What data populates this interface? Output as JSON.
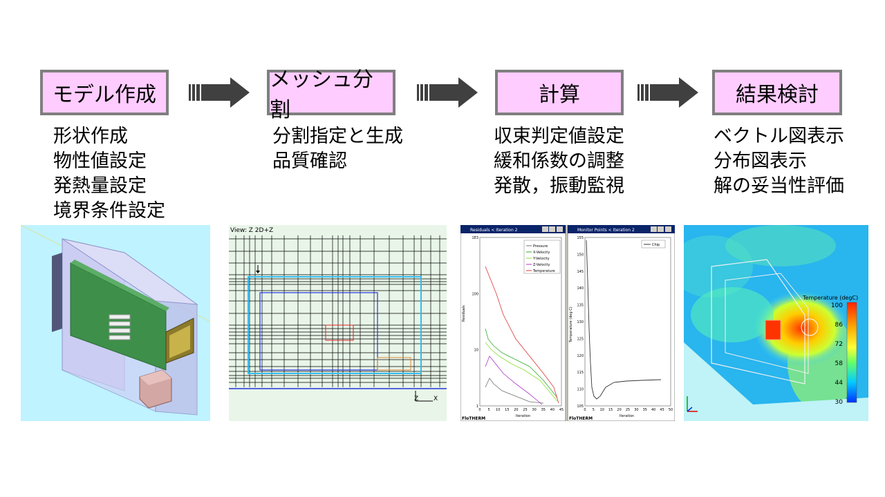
{
  "steps": [
    {
      "label": "モデル作成",
      "items": [
        "形状作成",
        "物性値設定",
        "発熱量設定",
        "境界条件設定"
      ]
    },
    {
      "label": "メッシュ分割",
      "items": [
        "分割指定と生成",
        "品質確認"
      ]
    },
    {
      "label": "計算",
      "items": [
        "収束判定値設定",
        "緩和係数の調整",
        "発散，振動監視"
      ]
    },
    {
      "label": "結果検討",
      "items": [
        "ベクトル図表示",
        "分布図表示",
        "解の妥当性評価"
      ]
    }
  ],
  "mesh_view": {
    "caption": "View: Z 2D+Z",
    "axis_z": "Z",
    "axis_x": "X"
  },
  "residuals": {
    "title": "Residuals < Iteration 2",
    "legend": [
      "Pressure",
      "X-Velocity",
      "Y-Velocity",
      "Z-Velocity",
      "Temperature"
    ],
    "colors": [
      "#707070",
      "#33aa33",
      "#88dd33",
      "#aa33cc",
      "#dd3333"
    ],
    "ylabel": "Residuals",
    "xlabel": "Iteration",
    "yticks": [
      "1E3",
      "100",
      "10",
      "1"
    ],
    "xticks": [
      "0",
      "5",
      "10",
      "15",
      "20",
      "25",
      "30",
      "35",
      "40",
      "45"
    ],
    "brand": "FloTHERM"
  },
  "monitor": {
    "title": "Monitor Points < Iteration 2",
    "legend": [
      "Chip"
    ],
    "ylabel": "Temperature (deg C)",
    "xlabel": "Iteration",
    "yticks": [
      "155",
      "150",
      "145",
      "140",
      "135",
      "130",
      "125",
      "120",
      "115",
      "110",
      "105"
    ],
    "xticks": [
      "0",
      "5",
      "10",
      "15",
      "20",
      "25",
      "30",
      "35",
      "40",
      "45",
      "50"
    ],
    "brand": "FloTHERM"
  },
  "thermal": {
    "legend_title": "Temperature (degC)",
    "scale": [
      "100",
      "86",
      "72",
      "58",
      "44",
      "30"
    ]
  }
}
